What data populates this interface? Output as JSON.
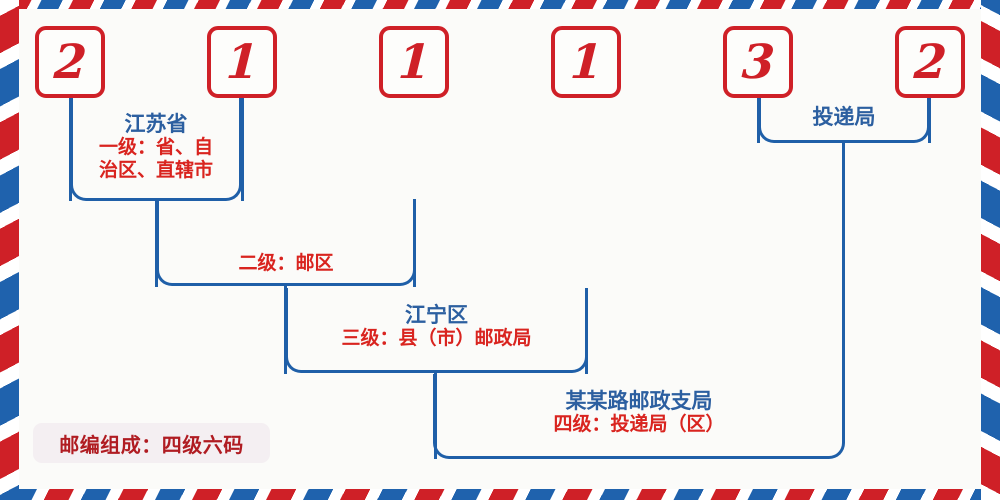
{
  "postcode": {
    "label": "postal-code",
    "digits": [
      {
        "value": "2",
        "box": "digit-box-1"
      },
      {
        "value": "1",
        "box": "digit-box-2"
      },
      {
        "value": "1",
        "box": "digit-box-3"
      },
      {
        "value": "1",
        "box": "digit-box-4"
      },
      {
        "value": "3",
        "box": "digit-box-5"
      },
      {
        "value": "2",
        "box": "digit-box-6"
      }
    ],
    "full": "211132"
  },
  "levels": [
    {
      "id": "level-1",
      "title": "江苏省",
      "sub": "一级：省、自\n治区、直辖市",
      "digits": "1"
    },
    {
      "id": "level-2",
      "title": "",
      "sub": "二级：邮区",
      "digits": "2"
    },
    {
      "id": "level-3",
      "title": "江宁区",
      "sub": "三级：县（市）邮政局",
      "digits": "3-4"
    },
    {
      "id": "level-4",
      "title": "某某路邮政支局",
      "sub": "四级：投递局（区）",
      "digits": "5-6"
    }
  ],
  "delivery_office": {
    "label": "投递局"
  },
  "legend": {
    "text": "邮编组成：四级六码"
  },
  "colors": {
    "red": "#cf2027",
    "red_text": "#d9241f",
    "blue": "#1f5fa8",
    "blue_text": "#2c5fa0",
    "legend_red": "#b01c22",
    "legend_bg": "#f4eff2",
    "paper": "#fbfbf9"
  }
}
